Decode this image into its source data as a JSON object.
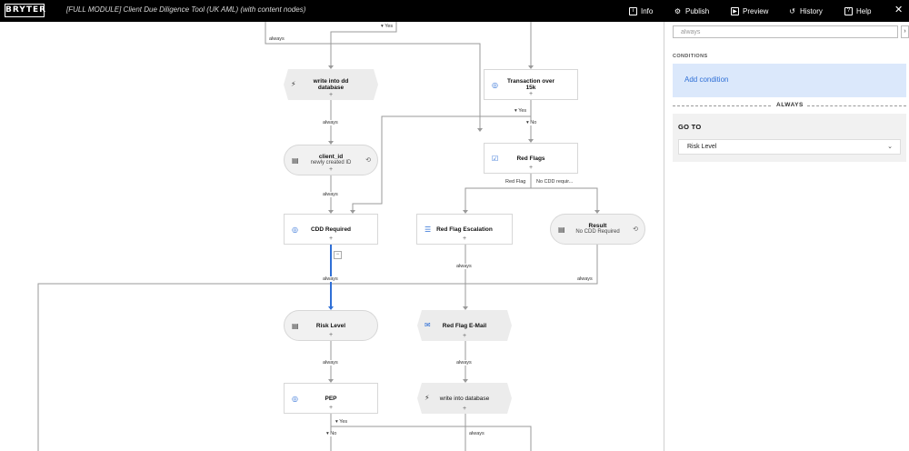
{
  "app": {
    "logo": "BRYTER",
    "title": "[FULL MODULE] Client Due Diligence Tool (UK AML) (with content nodes)"
  },
  "nav": {
    "info": "Info",
    "publish": "Publish",
    "preview": "Preview",
    "history": "History",
    "help": "Help"
  },
  "nodes": {
    "write_dd": "write into dd database",
    "transaction": "Transaction over 15k",
    "client_id": "client_id",
    "client_id_sub": "newly created ID",
    "red_flags": "Red Flags",
    "cdd_required": "CDD Required",
    "red_flag_escalation": "Red Flag Escalation",
    "result": "Result",
    "result_sub": "No CDD Required",
    "risk_level": "Risk Level",
    "red_flag_email": "Red Flag E-Mail",
    "pep": "PEP",
    "write_db": "write into database"
  },
  "edges": {
    "yes_top": "Yes",
    "always_top": "always",
    "yes_trans": "Yes",
    "no_trans": "No",
    "always_1": "always",
    "always_2": "always",
    "red_flag": "Red Flag",
    "no_cdd": "No CDD requir...",
    "always_esc": "always",
    "always_cdd": "always",
    "always_result": "always",
    "always_risk": "always",
    "always_email": "always",
    "yes_pep": "Yes",
    "no_pep": "No",
    "always_write": "always"
  },
  "panel": {
    "input_value": "always",
    "conditions_title": "CONDITIONS",
    "add_condition": "Add condition",
    "always_divider": "ALWAYS",
    "goto_title": "GO TO",
    "goto_value": "Risk Level"
  },
  "colors": {
    "accent": "#2f6fd6",
    "topbar": "#000000",
    "condition_bg": "#dbe8fb"
  },
  "icons": [
    "info-icon",
    "publish-icon",
    "preview-icon",
    "history-icon",
    "help-icon",
    "close-icon",
    "lightning-icon",
    "target-icon",
    "doc-icon",
    "checkbox-icon",
    "list-icon",
    "mail-icon",
    "sync-icon",
    "chevron-down-icon"
  ]
}
